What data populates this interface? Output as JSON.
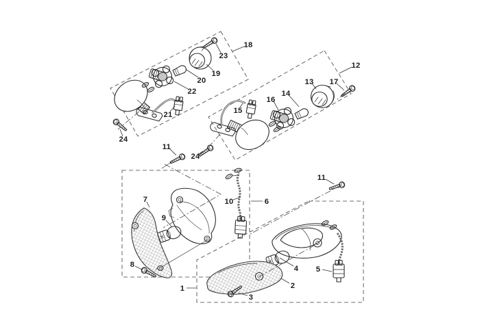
{
  "diagram": {
    "type": "exploded-parts-diagram",
    "background": "#ffffff",
    "line_color": "#2b2b2b",
    "box_line_color": "#6f6f6f",
    "hatch_color": "#adadad",
    "label_color": "#1c1c1c",
    "part_numbers_visible": [
      "1",
      "2",
      "3",
      "4",
      "5",
      "6",
      "7",
      "8",
      "9",
      "10",
      "11",
      "12",
      "13",
      "14",
      "15",
      "16",
      "17",
      "18",
      "19",
      "20",
      "21",
      "22",
      "23",
      "24"
    ],
    "callouts": [
      {
        "part": "18"
      },
      {
        "part": "23"
      },
      {
        "part": "19"
      },
      {
        "part": "20"
      },
      {
        "part": "22"
      },
      {
        "part": "21"
      },
      {
        "part": "24"
      },
      {
        "part": "12"
      },
      {
        "part": "13"
      },
      {
        "part": "17"
      },
      {
        "part": "14"
      },
      {
        "part": "16"
      },
      {
        "part": "15"
      },
      {
        "part": "11"
      },
      {
        "part": "24"
      },
      {
        "part": "7"
      },
      {
        "part": "9"
      },
      {
        "part": "10"
      },
      {
        "part": "6"
      },
      {
        "part": "8"
      },
      {
        "part": "1"
      },
      {
        "part": "11"
      },
      {
        "part": "4"
      },
      {
        "part": "5"
      },
      {
        "part": "2"
      },
      {
        "part": "3"
      }
    ]
  }
}
